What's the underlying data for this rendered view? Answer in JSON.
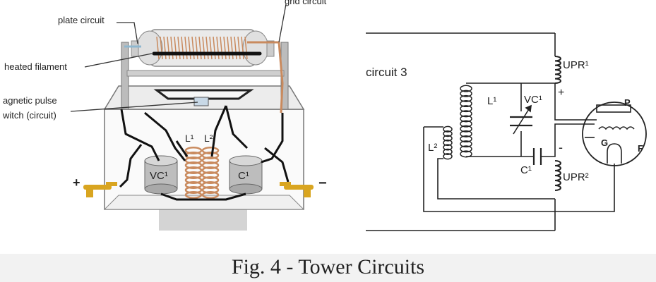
{
  "labels": {
    "plate_circuit": "plate circuit",
    "grid_circuit": "grid circuit",
    "heated_filament": "heated filament",
    "magnetic_pulse_1": "agnetic pulse",
    "magnetic_pulse_2": "witch (circuit)",
    "l1": "L¹",
    "l2": "L²",
    "vc_cap": "VC¹",
    "c_cap": "C¹",
    "plus": "+",
    "minus": "−"
  },
  "schematic": {
    "circuit_name": "circuit 3",
    "upr1": "UPR¹",
    "upr2": "UPR²",
    "l1": "L¹",
    "l2": "L²",
    "vc1": "VC¹",
    "c1": "C¹",
    "plus": "+",
    "minus": "-",
    "p": "P",
    "g": "G",
    "f": "F"
  },
  "caption": "Fig. 4 - Tower Circuits",
  "colors": {
    "copper": "#c98a5e",
    "wire": "#111111",
    "brass": "#d9a520",
    "tube_glass": "#e6e6e6"
  }
}
